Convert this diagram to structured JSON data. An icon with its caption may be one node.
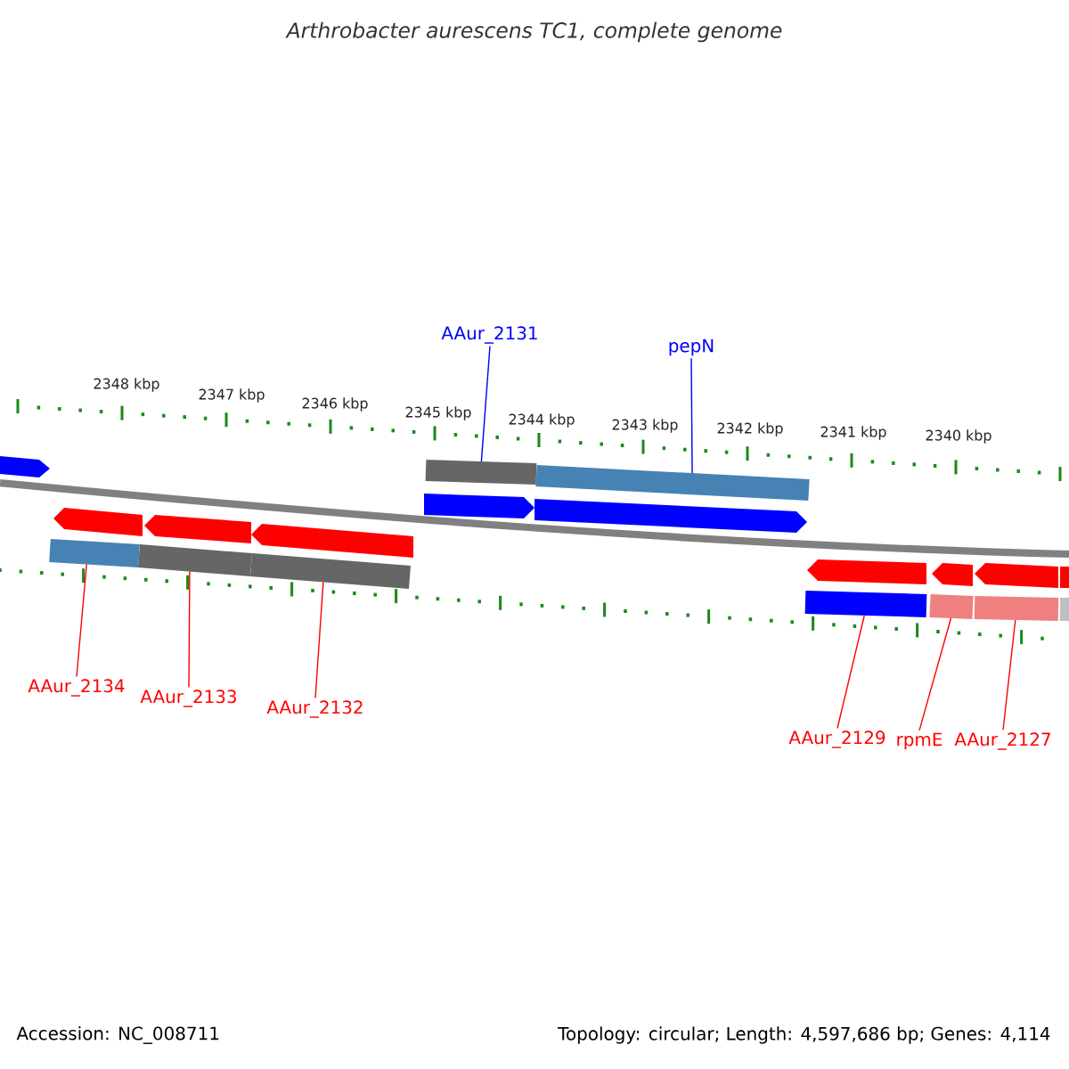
{
  "diagram": {
    "title": "Arthrobacter aurescens TC1, complete genome",
    "nodes": [
      {
        "text": [
          "AAur_2131"
        ]
      },
      {
        "text": [
          "pepN"
        ]
      },
      {
        "text": [
          "AAur_2134"
        ]
      },
      {
        "text": [
          "AAur_2133"
        ]
      },
      {
        "text": [
          "AAur_2132"
        ]
      },
      {
        "text": [
          "AAur_2129"
        ]
      },
      {
        "text": [
          "rpmE"
        ]
      },
      {
        "text": [
          "AAur_2127"
        ]
      },
      {
        "text": [],
        "shape": "bar"
      },
      {
        "text": [],
        "shape": "bar"
      },
      {
        "text": [],
        "shape": "bar"
      },
      {
        "text": [],
        "shape": "bar"
      },
      {
        "text": [],
        "shape": "bar"
      },
      {
        "text": [],
        "shape": "bar"
      },
      {
        "text": [],
        "shape": "bar"
      },
      {
        "text": [],
        "shape": "bar"
      },
      {
        "text": [],
        "shape": "bar"
      },
      {
        "text": [],
        "shape": "arrow"
      },
      {
        "text": [],
        "shape": "arrow"
      },
      {
        "text": [],
        "shape": "arrow"
      },
      {
        "text": [],
        "shape": "arrow"
      },
      {
        "text": [],
        "shape": "arrow"
      },
      {
        "text": [],
        "shape": "arrow"
      },
      {
        "text": [],
        "shape": "arrow"
      },
      {
        "text": [],
        "shape": "arrow"
      },
      {
        "text": [],
        "shape": "arrow"
      },
      {
        "text": [],
        "shape": "arrow"
      }
    ],
    "edges": [
      {
        "from": 0,
        "to": 11,
        "arrow": "none",
        "color": "#0000ff"
      },
      {
        "from": 1,
        "to": 12,
        "arrow": "none",
        "color": "#0000ff"
      },
      {
        "from": 2,
        "to": 8,
        "arrow": "none"
      },
      {
        "from": 3,
        "to": 9,
        "arrow": "none"
      },
      {
        "from": 4,
        "to": 10,
        "arrow": "none"
      },
      {
        "from": 5,
        "to": 13,
        "arrow": "none"
      },
      {
        "from": 6,
        "to": 14,
        "arrow": "none"
      },
      {
        "from": 7,
        "to": 15,
        "arrow": "none"
      }
    ],
    "labels": [
      "2348 kbp",
      "2347 kbp",
      "2346 kbp",
      "2345 kbp",
      "2344 kbp",
      "2343 kbp",
      "2342 kbp",
      "2341 kbp",
      "2340 kbp",
      "Accession: NC_008711",
      "Topology: circular; Length: 4,597,686 bp; Genes: 4,114"
    ]
  }
}
